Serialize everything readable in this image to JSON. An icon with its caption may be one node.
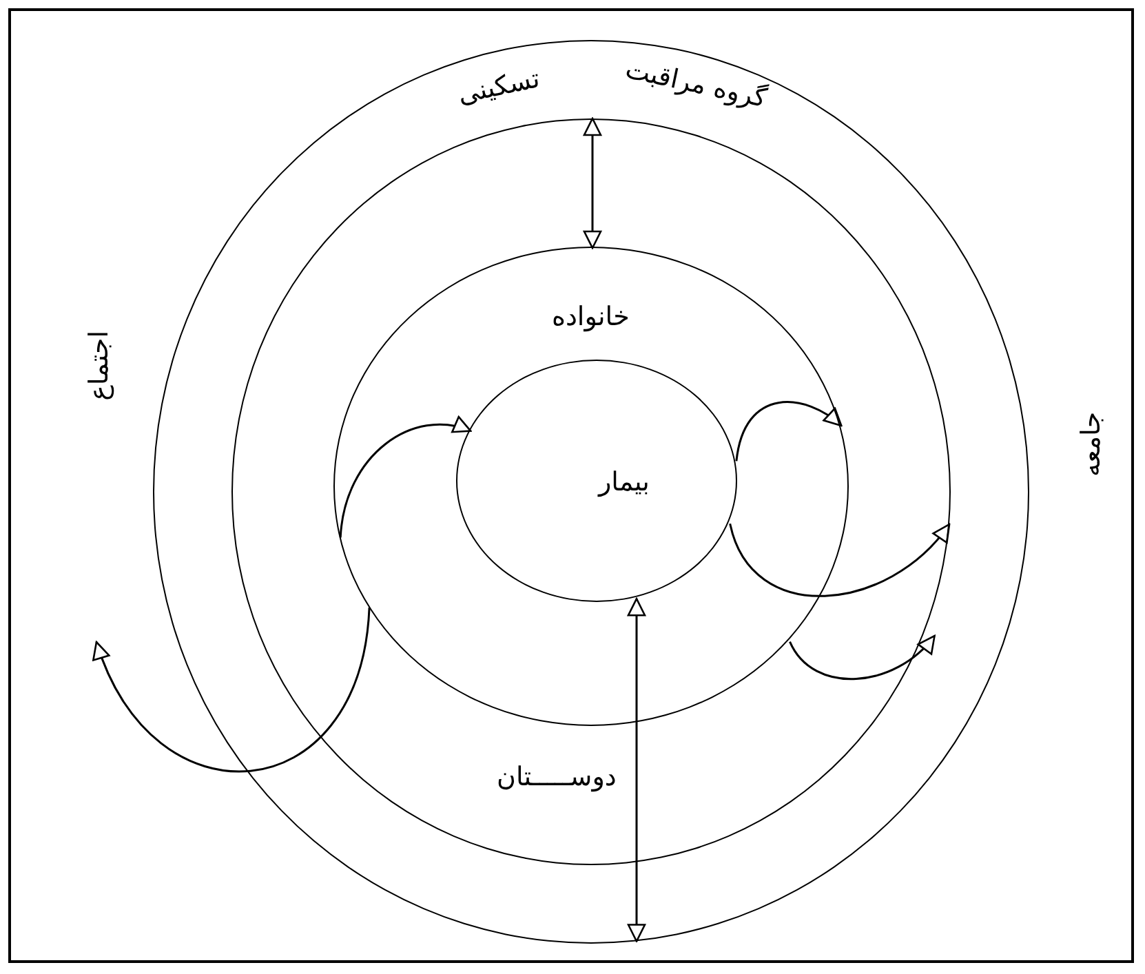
{
  "diagram": {
    "nodes": [
      {
        "text": [
          "گروه مراقبت",
          "تسکینی"
        ]
      },
      {
        "text": [
          "دوســـــتان"
        ],
        "in": 0
      },
      {
        "text": [
          "خانواده"
        ],
        "in": 1
      },
      {
        "text": [
          "بیمار"
        ],
        "in": 2
      }
    ],
    "edges": [
      {
        "from": 1,
        "to": 2,
        "arrow": "both"
      },
      {
        "from": 3,
        "to": 0,
        "arrow": "both"
      },
      {
        "from": 2,
        "to": null,
        "arrow": "to"
      },
      {
        "from": 2,
        "to": 3,
        "arrow": "to"
      },
      {
        "from": 3,
        "to": 2,
        "arrow": "to"
      },
      {
        "from": 3,
        "to": 1,
        "arrow": "to"
      },
      {
        "from": 2,
        "to": 1,
        "arrow": "to"
      }
    ],
    "labels": [
      "اجتماع",
      "جامعه"
    ]
  }
}
